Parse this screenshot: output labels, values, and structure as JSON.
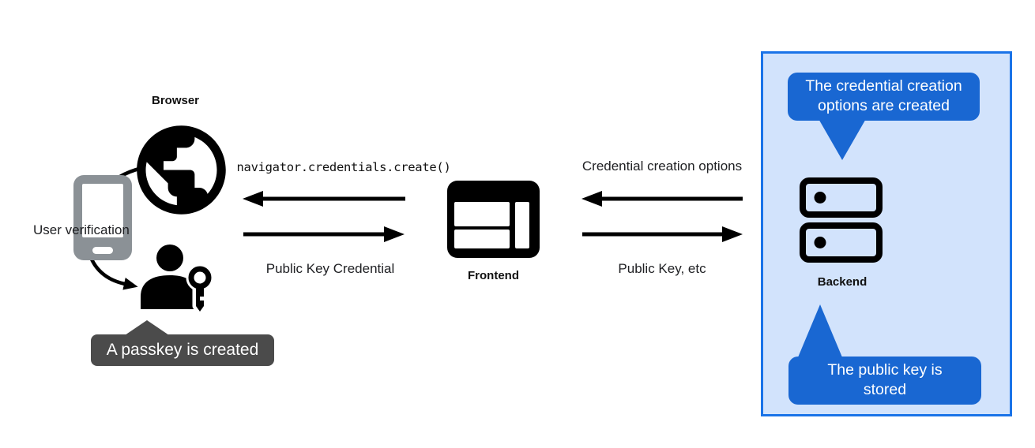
{
  "colors": {
    "panel_border": "#1a73e8",
    "panel_background": "#d2e3fc",
    "tooltip_blue": "#1967d2",
    "tooltip_dark": "#4b4b4b",
    "phone_gray": "#8b9196",
    "ink": "#000000"
  },
  "left_group": {
    "browser_label": "Browser",
    "user_verification_label": "User verification",
    "passkey_tooltip_text": "A passkey is created"
  },
  "browser_frontend_flow": {
    "request_label": "navigator.credentials.create()",
    "response_label": "Public Key Credential"
  },
  "frontend": {
    "label": "Frontend"
  },
  "frontend_backend_flow": {
    "request_label": "Credential creation options",
    "response_label": "Public Key, etc"
  },
  "backend_panel": {
    "backend_label": "Backend",
    "top_tooltip_text": "The credential creation options are created",
    "bottom_tooltip_text": "The public key is stored"
  },
  "icons": {
    "browser": "globe-icon",
    "device": "smartphone-icon",
    "user": "user-key-icon",
    "frontend": "browser-window-icon",
    "backend": "server-stack-icon"
  }
}
